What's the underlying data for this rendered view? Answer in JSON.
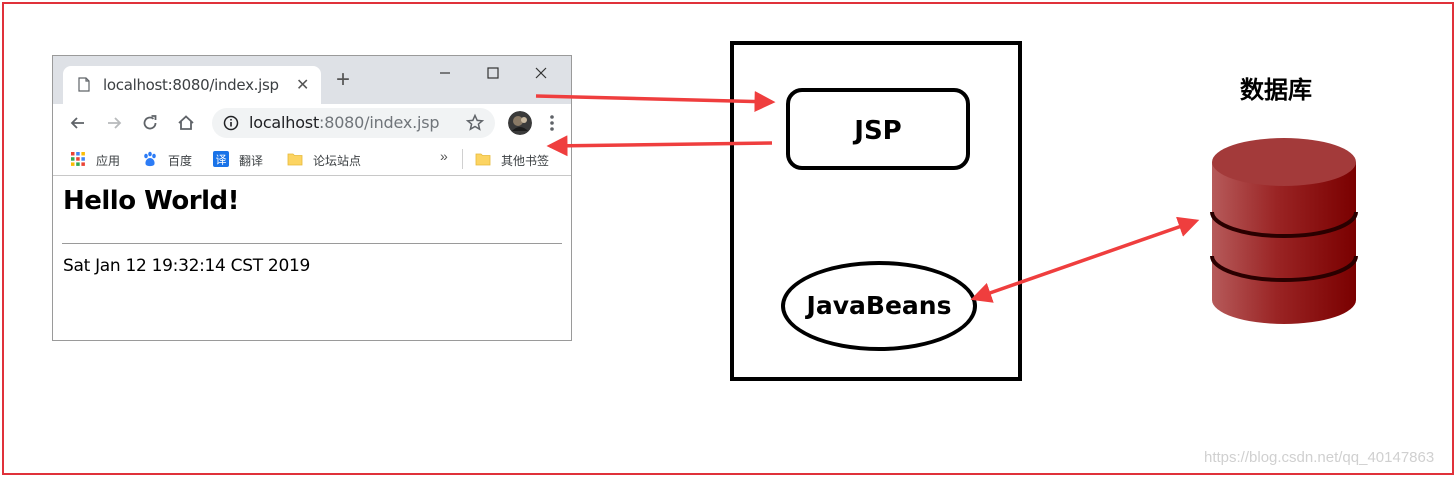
{
  "browser": {
    "tab_title": "localhost:8080/index.jsp",
    "new_tab_symbol": "+",
    "close_tab_symbol": "✕",
    "url_host": "localhost",
    "url_rest": ":8080/index.jsp",
    "bookmarks": [
      "应用",
      "百度",
      "翻译",
      "论坛站点"
    ],
    "bookmarks_more": "»",
    "other_bookmarks": "其他书签",
    "page": {
      "heading": "Hello World!",
      "date_text": "Sat Jan 12 19:32:14 CST 2019"
    }
  },
  "server": {
    "jsp_label": "JSP",
    "beans_label": "JavaBeans"
  },
  "database": {
    "title": "数据库",
    "color": "#8b0000"
  },
  "arrow_color": "#ef3e3e",
  "frame_color": "#e0313a",
  "watermark": "https://blog.csdn.net/qq_40147863"
}
